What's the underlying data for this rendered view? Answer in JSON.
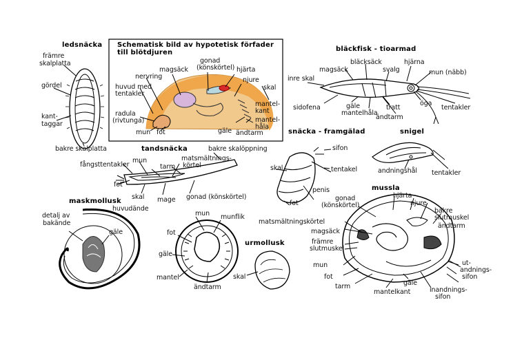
{
  "panels": {
    "ledsnacka": {
      "title": "ledsnäcka",
      "labels": [
        "främre",
        "skalplatta",
        "gördel",
        "kant-",
        "taggar",
        "bakre skalplatta"
      ]
    },
    "schematic": {
      "title_line1": "Schematisk bild av hypotetisk förfader",
      "title_line2": "till blötdjuren",
      "labels": [
        "magsäck",
        "gonad",
        "(könskörtel)",
        "hjärta",
        "njure",
        "skal",
        "nervring",
        "huvud med",
        "tentakler",
        "radula",
        "(rivtunga)",
        "mun",
        "fot",
        "gäle",
        "mantel-",
        "kant",
        "mantel-",
        "håla",
        "ändtarm"
      ]
    },
    "blackfisk": {
      "title": "bläckfisk - tioarmad",
      "labels": [
        "bläcksäck",
        "hjärna",
        "magsäck",
        "svalg",
        "inre skal",
        "mun (näbb)",
        "öga",
        "sidofena",
        "gäle",
        "mantelhåla",
        "tratt",
        "ändtarm",
        "tentakler"
      ]
    },
    "tandsnacka": {
      "title": "tandsnäcka",
      "labels": [
        "bakre skalöppning",
        "matsmältnings-",
        "körtel",
        "fångsttentakler",
        "mun",
        "tarm",
        "fot",
        "skal",
        "mage",
        "gonad (könskörtel)"
      ]
    },
    "snacka_framgalad": {
      "title": "snäcka - framgälad",
      "labels": [
        "sifon",
        "skal",
        "tentakel",
        "penis",
        "fot"
      ]
    },
    "snigel": {
      "title": "snigel",
      "labels": [
        "andningshål",
        "tentakler"
      ]
    },
    "maskmollusk": {
      "title": "maskmollusk",
      "labels": [
        "huvudände",
        "detalj av",
        "bakände",
        "gäle"
      ]
    },
    "urmollusk": {
      "title": "urmollusk",
      "labels": [
        "mun",
        "munflik",
        "fot",
        "gäle",
        "mantel",
        "ändtarm",
        "skal"
      ]
    },
    "mussla": {
      "title": "mussla",
      "labels": [
        "gonad",
        "(könskörtel)",
        "hjärta",
        "njure",
        "bakre",
        "slutmuskel",
        "ändtarm",
        "matsmältningskörtel",
        "magsäck",
        "främre",
        "slutmuskel",
        "mun",
        "fot",
        "tarm",
        "gäle",
        "mantelkant",
        "ut-",
        "andnings-",
        "sifon",
        "inandnings-",
        "sifon"
      ]
    }
  },
  "colors": {
    "body_fill": "#f2c98d",
    "shell_fill": "#f0a64a",
    "gonad_fill": "#d8b6dc",
    "heart_fill": "#d72a2a",
    "line": "#000000"
  }
}
